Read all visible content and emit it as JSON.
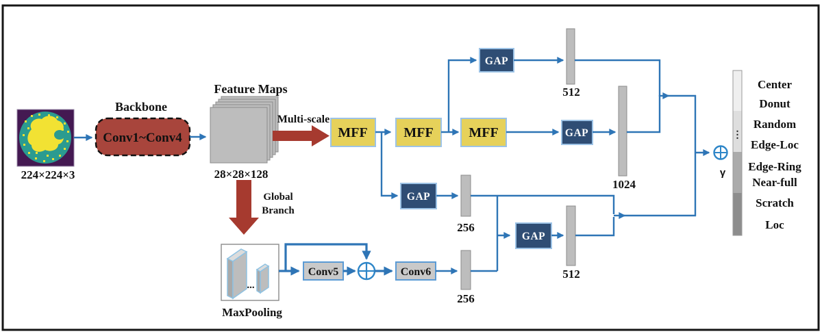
{
  "colors": {
    "line_blue": "#2E75B6",
    "light_blue_border": "#9DC3E6",
    "red_arrow": "#A63A2F",
    "backbone_fill": "#A8453C",
    "mff_yellow": "#E6D15A",
    "gap_navy": "#2F4D74",
    "conv_gray": "#C9C9C9",
    "bar_gray": "#BDBDBD",
    "wafer_purple": "#441952",
    "wafer_teal": "#2B9B90",
    "wafer_yellow": "#F2E233"
  },
  "input": {
    "dims": "224×224×3"
  },
  "backbone": {
    "title": "Backbone",
    "layers": "Conv1~Conv4"
  },
  "feature_maps": {
    "title": "Feature Maps",
    "dims": "28×28×128"
  },
  "local_branch": {
    "multi_scale_label": "Multi-scale",
    "mff_label": "MFF",
    "gap_label": "GAP",
    "vec_512_top": "512",
    "vec_1024": "1024",
    "vec_256_top": "256"
  },
  "global_branch": {
    "label_line1": "Global",
    "label_line2": "Branch",
    "maxpooling_label": "MaxPooling",
    "maxpooling_ellipsis": "...",
    "gap_label": "GAP",
    "conv5": "Conv5",
    "conv6": "Conv6",
    "vec_256": "256",
    "vec_512": "512"
  },
  "output": {
    "fusion_symbol": "γ",
    "bar_ellipsis": "⋮",
    "classes": [
      "Center",
      "Donut",
      "Random",
      "Edge-Loc",
      "Edge-Ring",
      "Near-full",
      "Scratch",
      "Loc"
    ]
  }
}
